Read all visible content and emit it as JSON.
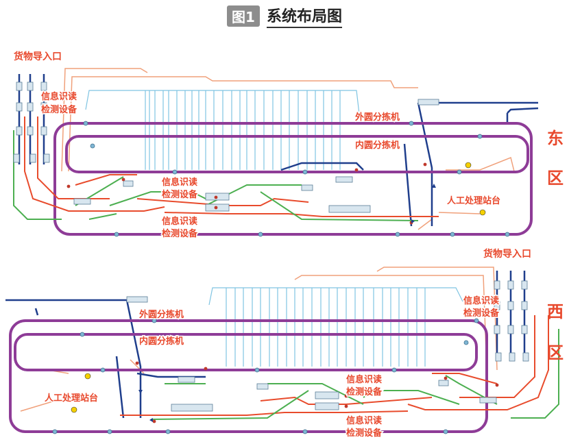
{
  "figure": {
    "badge": "图1",
    "title": "系统布局图"
  },
  "east": {
    "zone_char_1": "东",
    "zone_char_2": "区",
    "cargo_entry": "货物导入口",
    "info_reader_top": "信息识读",
    "info_detector_top": "检测设备",
    "outer_sorter": "外圆分拣机",
    "inner_sorter": "内圆分拣机",
    "info_reader_mid": "信息识读",
    "info_detector_mid": "检测设备",
    "info_reader_low": "信息识读",
    "info_detector_low": "检测设备",
    "manual_station": "人工处理站台"
  },
  "west": {
    "zone_char_1": "西",
    "zone_char_2": "区",
    "cargo_entry": "货物导入口",
    "info_reader_top": "信息识读",
    "info_detector_top": "检测设备",
    "outer_sorter": "外圆分拣机",
    "inner_sorter": "内圆分拣机",
    "info_reader_mid": "信息识读",
    "info_detector_mid": "检测设备",
    "info_reader_low": "信息识读",
    "info_detector_low": "检测设备",
    "manual_station": "人工处理站台"
  },
  "colors": {
    "loop": "#8e3c97",
    "feeder": "#1f3e8c",
    "chute": "#7fc4e2",
    "return_line": "#e84b2c",
    "bypass_line": "#4caf50",
    "transfer_line": "#f0a07a"
  }
}
